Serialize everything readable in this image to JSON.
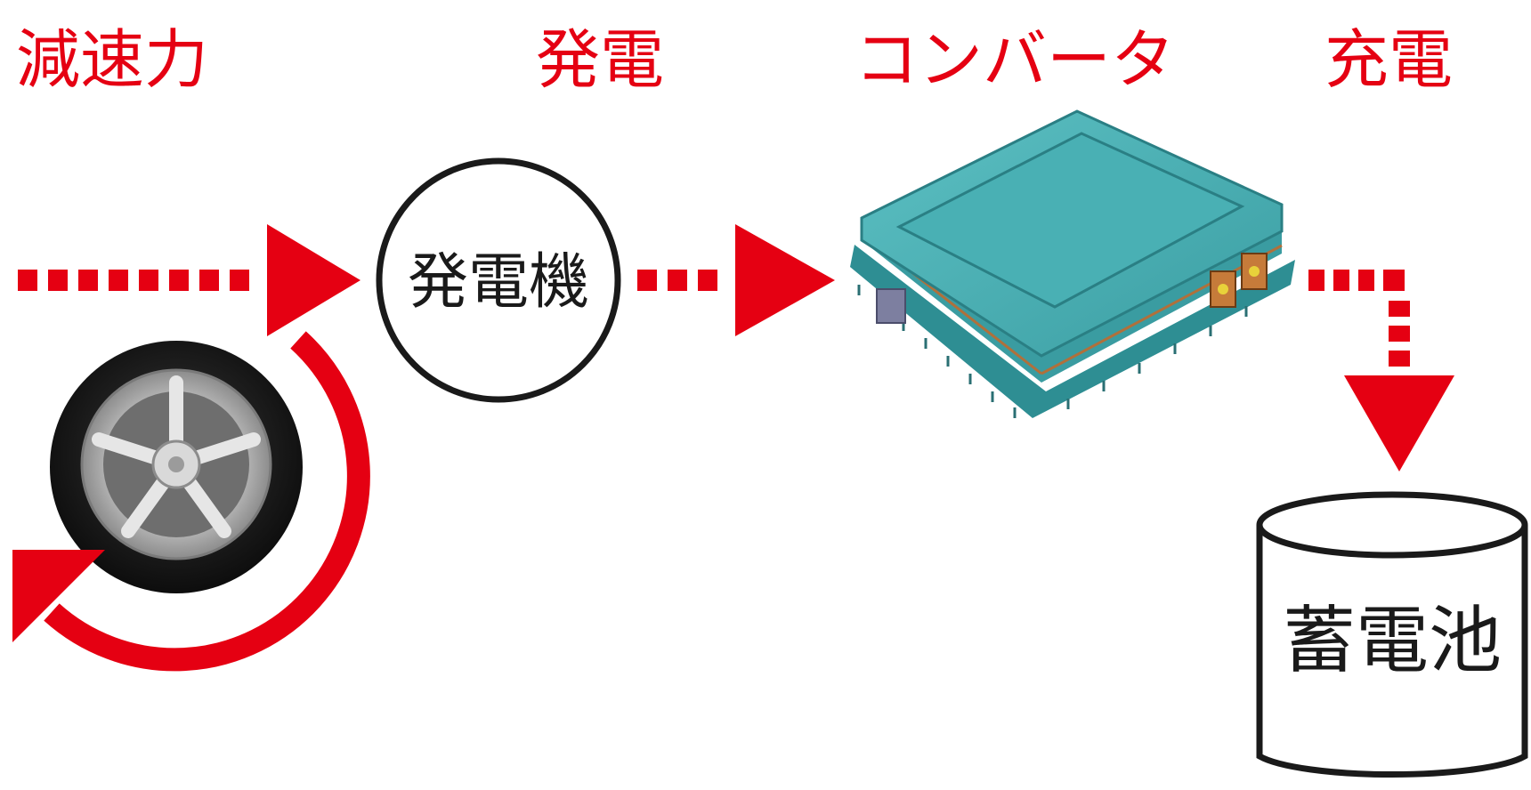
{
  "labels": {
    "deceleration": "減速力",
    "generation": "発電",
    "converter": "コンバータ",
    "charging": "充電"
  },
  "nodes": {
    "generator": "発電機",
    "battery": "蓄電池"
  },
  "colors": {
    "accent": "#e50012",
    "stroke": "#1a1a1a",
    "converter_body": "#3fa3a8",
    "converter_top": "#4fb3b7",
    "converter_edge": "#2a7f84"
  },
  "icons": {
    "wheel": "wheel-icon",
    "converter": "converter-device-icon",
    "battery": "battery-cylinder-icon"
  }
}
